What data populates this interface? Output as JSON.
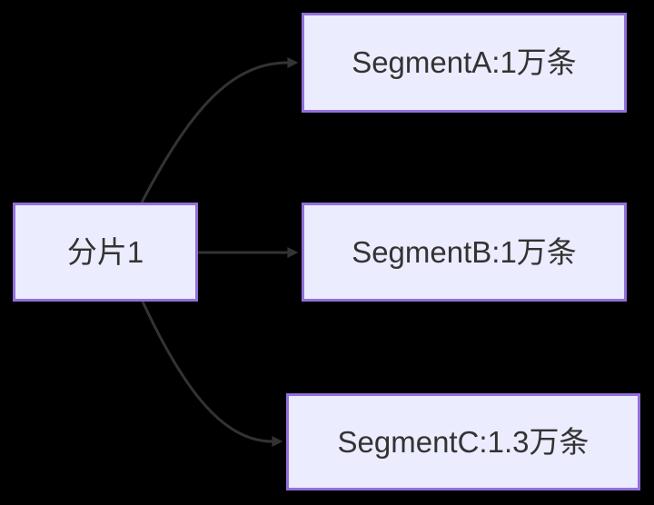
{
  "diagram": {
    "type": "flowchart",
    "direction": "left-to-right",
    "background_color": "#000000",
    "node_fill_color": "#ECECFF",
    "node_border_color": "#9370DB",
    "text_color": "#333333",
    "arrow_color": "#333333",
    "nodes": [
      {
        "id": "shard1",
        "label": "分片1"
      },
      {
        "id": "segmentA",
        "label": "SegmentA:1万条"
      },
      {
        "id": "segmentB",
        "label": "SegmentB:1万条"
      },
      {
        "id": "segmentC",
        "label": "SegmentC:1.3万条"
      }
    ],
    "edges": [
      {
        "from": "shard1",
        "to": "segmentA"
      },
      {
        "from": "shard1",
        "to": "segmentB"
      },
      {
        "from": "shard1",
        "to": "segmentC"
      }
    ]
  }
}
